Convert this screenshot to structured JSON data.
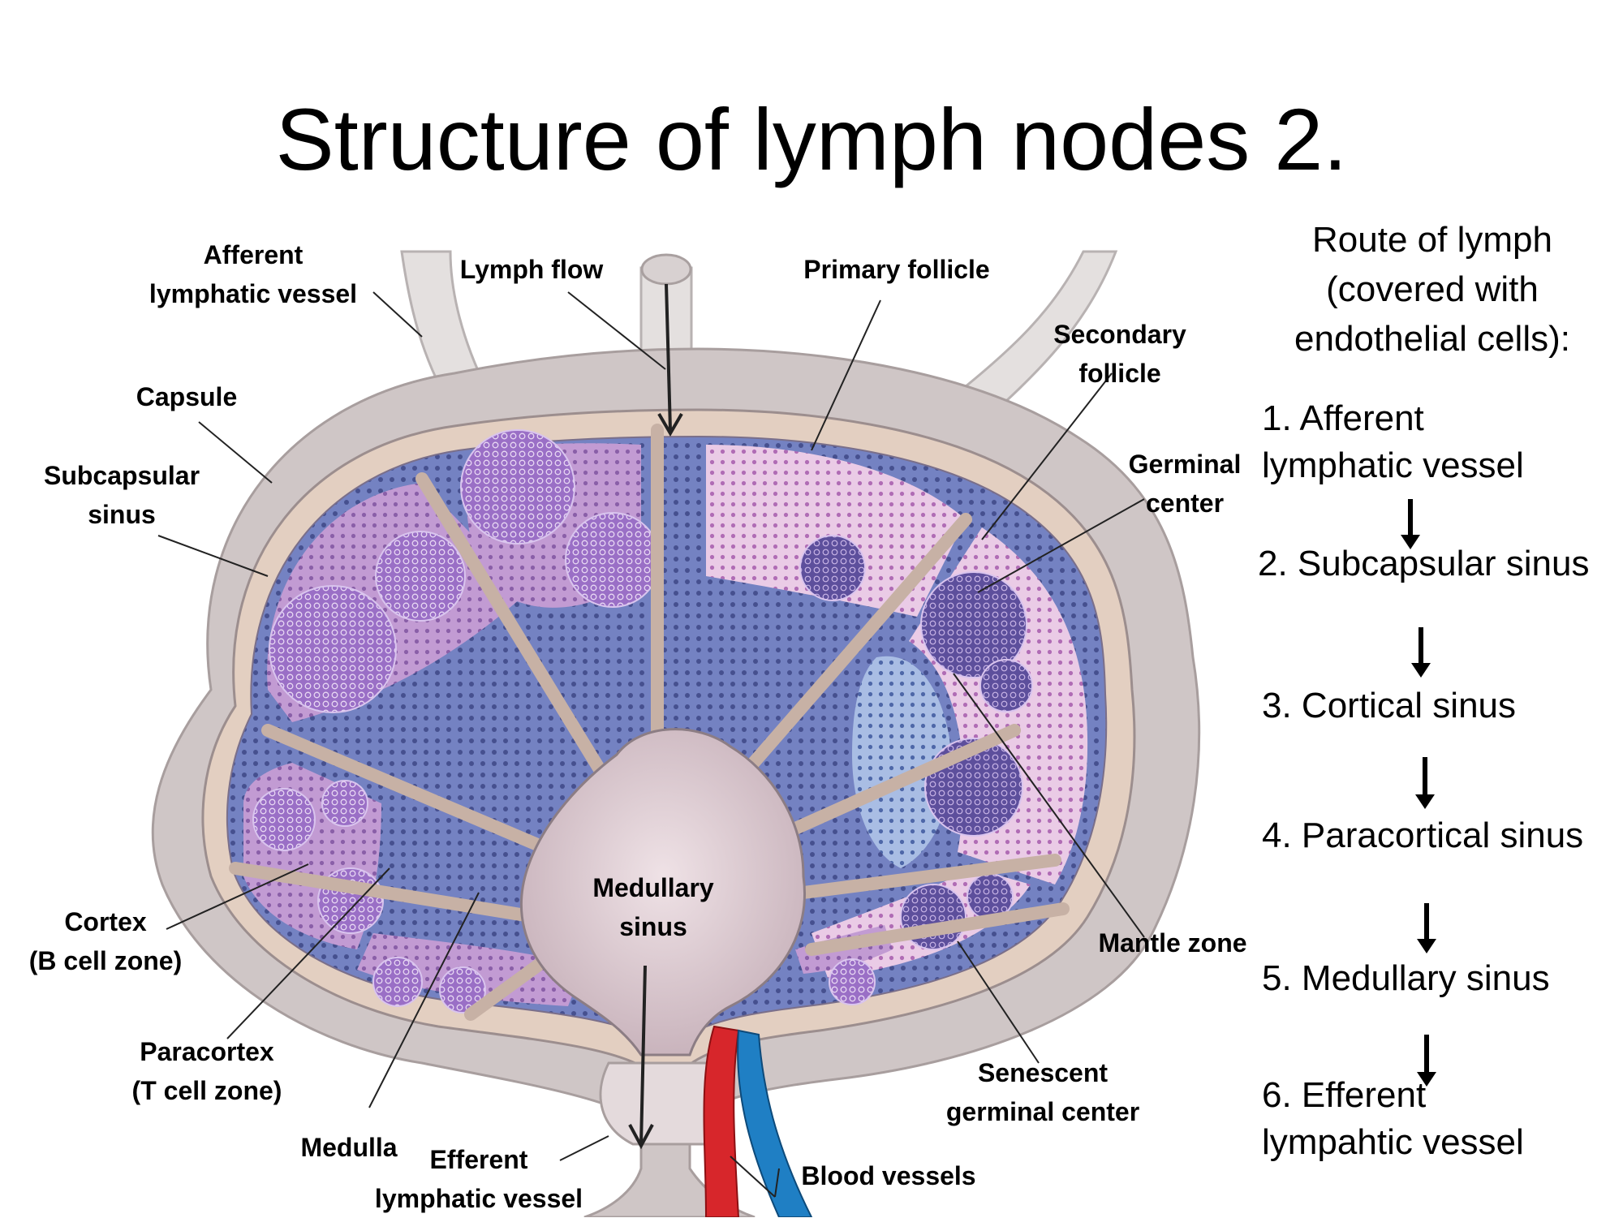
{
  "title": "Structure of lymph nodes 2.",
  "labels": {
    "afferent_vessel": "Afferent\nlymphatic vessel",
    "lymph_flow": "Lymph flow",
    "primary_follicle": "Primary follicle",
    "secondary_follicle": "Secondary\nfollicle",
    "capsule": "Capsule",
    "subcapsular_sinus": "Subcapsular\nsinus",
    "germinal_center": "Germinal\ncenter",
    "medullary_sinus": "Medullary\nsinus",
    "mantle_zone": "Mantle zone",
    "cortex": "Cortex\n(B cell zone)",
    "paracortex": "Paracortex\n(T cell zone)",
    "medulla": "Medulla",
    "efferent_vessel": "Efferent\nlymphatic vessel",
    "blood_vessels": "Blood vessels",
    "senescent_gc": "Senescent\ngerminal center"
  },
  "route": {
    "title": "Route of lymph\n(covered with\nendothelial cells):",
    "steps": [
      "1. Afferent\nlymphatic vessel",
      "2. Subcapsular sinus",
      "3. Cortical sinus",
      "4. Paracortical sinus",
      "5. Medullary sinus",
      "6. Efferent\nlympahtic vessel"
    ]
  },
  "colors": {
    "capsule": "#c2b8b8",
    "sinus": "#e6d2c4",
    "cortex": "#b78fcc",
    "paracortex": "#6e7bbd",
    "follicle": "#8e62b8",
    "medullary_sinus": "#d3bfc6",
    "artery": "#d7262b",
    "vein": "#1f7fc4"
  }
}
